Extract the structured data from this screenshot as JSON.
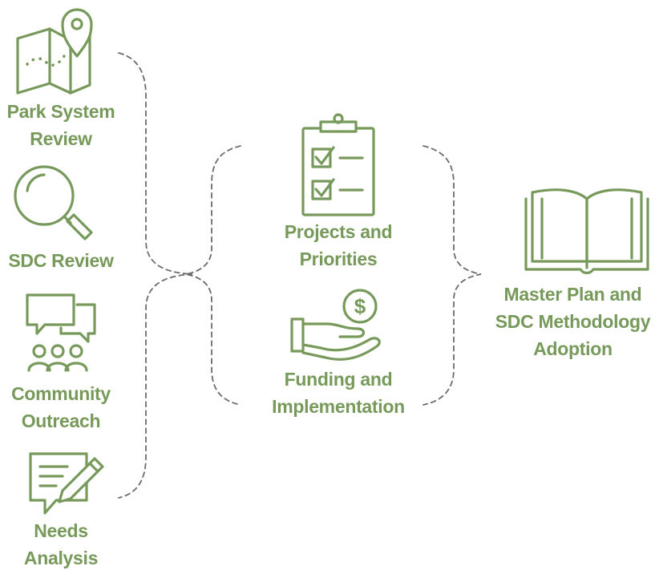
{
  "colors": {
    "accent": "#77995a",
    "connector": "#6b6b6b",
    "background": "#ffffff"
  },
  "inputs": [
    {
      "id": "park-system-review",
      "icon": "map-pin-icon",
      "lines": [
        "Park System",
        "Review"
      ]
    },
    {
      "id": "sdc-review",
      "icon": "magnifying-glass-icon",
      "lines": [
        "SDC Review"
      ]
    },
    {
      "id": "community-outreach",
      "icon": "community-chat-icon",
      "lines": [
        "Community",
        "Outreach"
      ]
    },
    {
      "id": "needs-analysis",
      "icon": "note-pencil-icon",
      "lines": [
        "Needs",
        "Analysis"
      ]
    }
  ],
  "middle": [
    {
      "id": "projects-priorities",
      "icon": "clipboard-checklist-icon",
      "lines": [
        "Projects and",
        "Priorities"
      ]
    },
    {
      "id": "funding-implementation",
      "icon": "hand-coin-icon",
      "coin_symbol": "$",
      "lines": [
        "Funding and",
        "Implementation"
      ]
    }
  ],
  "output": {
    "id": "master-plan",
    "icon": "open-book-icon",
    "lines": [
      "Master Plan and",
      "SDC Methodology",
      "Adoption"
    ]
  }
}
